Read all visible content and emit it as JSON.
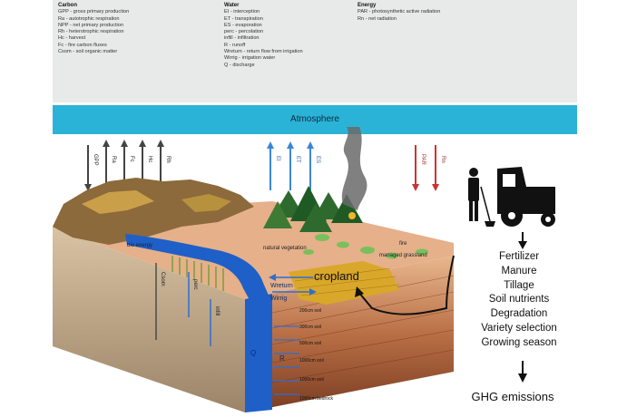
{
  "legend": {
    "carbon": {
      "heading": "Carbon",
      "items": [
        "GPP - gross primary production",
        "Ra - autotrophic respiration",
        "NPP - net primary production",
        "Rh - heterotrophic respiration",
        "Hc - harvest",
        "Fc - fire carbon fluxes",
        "Csom - soil organic matter"
      ]
    },
    "water": {
      "heading": "Water",
      "items": [
        "EI - interception",
        "ET - transpiration",
        "ES - evaporation",
        "perc - percolation",
        "infill - infiltration",
        "R - runoff",
        "Wreturn - return flow from irrigation",
        "Wirrig - irrigation water",
        "Q - discharge"
      ]
    },
    "energy": {
      "heading": "Energy",
      "items": [
        "PAR - photosynthetic active radiation",
        "Rn - net radiation"
      ]
    }
  },
  "atmosphere": "Atmosphere",
  "flux_labels": {
    "carbon": [
      "GPP",
      "Ra",
      "Fc",
      "Hc",
      "Rh"
    ],
    "water": [
      "EI",
      "ET",
      "ES"
    ],
    "energy": [
      "PAR",
      "Rn"
    ]
  },
  "scene": {
    "bio_energy": "bio energy",
    "natural_vegetation": "natural vegetation",
    "managed_grassland": "managed grassland",
    "fire": "fire",
    "cropland": "cropland",
    "wreturn": "Wreturn",
    "wirrig": "Wirrig",
    "csom": "Csom",
    "infill": "infill",
    "perc": "perc",
    "q": "Q",
    "r": "R",
    "soil_layers": [
      "200cm soil",
      "300cm soil",
      "500cm soil",
      "1000cm soil",
      "1000cm soil",
      "1000cm bedrock"
    ]
  },
  "management": [
    "Fertilizer",
    "Manure",
    "Tillage",
    "Soil nutrients",
    "Degradation",
    "Variety selection",
    "Growing season"
  ],
  "ghg": "GHG emissions",
  "colors": {
    "legend_bg": "#e8eae9",
    "atmosphere": "#2ab3d6",
    "carbon_arrow": "#444444",
    "water_arrow": "#3a86d8",
    "energy_arrow": "#cc3333",
    "river": "#1f5fc8",
    "crop": "#d9a72a",
    "soil": "#c98f6a"
  }
}
